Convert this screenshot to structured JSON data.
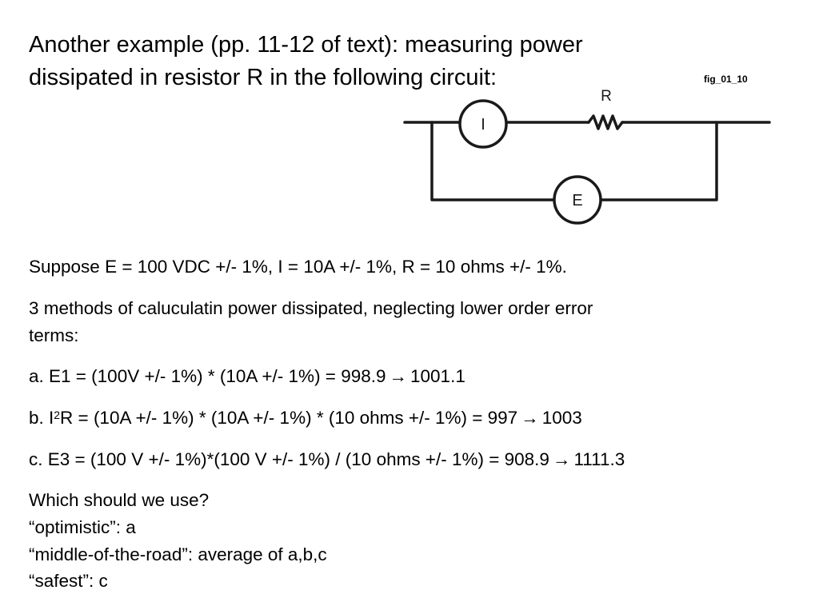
{
  "title": {
    "line1": "Another example (pp. 11-12 of text): measuring power",
    "line2": "dissipated in resistor R in the following circuit:"
  },
  "figure": {
    "label": "fig_01_10",
    "resistor_label": "R",
    "ammeter_label": "I",
    "voltmeter_label": "E",
    "stroke_color": "#1a1a1a"
  },
  "body": {
    "suppose": "Suppose E = 100 VDC +/- 1%, I = 10A +/- 1%, R = 10 ohms +/- 1%.",
    "methods_line1": "3 methods of caluculatin power dissipated, neglecting lower order error",
    "methods_line2": "terms:",
    "method_a": {
      "lhs": "a. E1 = (100V +/- 1%) * (10A +/- 1%) = 998.9",
      "arrow": "→",
      "rhs": "1001.1"
    },
    "method_b": {
      "prefix": "b. I",
      "sup": "2",
      "lhs": "R = (10A +/- 1%) * (10A +/- 1%)  * (10 ohms +/- 1%) = 997",
      "arrow": "→",
      "rhs": "1003"
    },
    "method_c": {
      "lhs": "c. E3 = (100 V +/- 1%)*(100 V +/- 1%) / (10 ohms +/- 1%) = 908.9",
      "arrow": "→",
      "rhs": "1111.3"
    },
    "which": "Which should we use?",
    "optimistic": "“optimistic”: a",
    "middle": "“middle-of-the-road”: average of a,b,c",
    "safest": "“safest”: c"
  }
}
